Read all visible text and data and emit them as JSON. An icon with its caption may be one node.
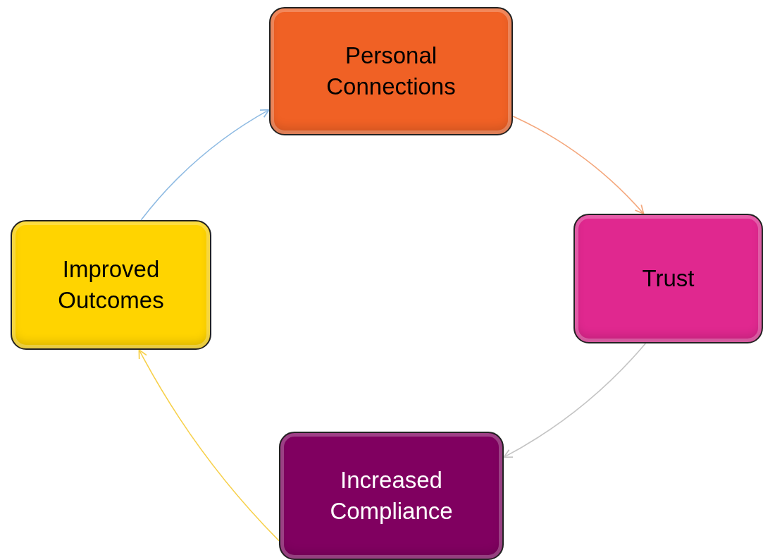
{
  "diagram": {
    "nodes": [
      {
        "text": [
          "Personal Connections"
        ]
      },
      {
        "text": [
          "Trust"
        ]
      },
      {
        "text": [
          "Increased Compliance"
        ]
      },
      {
        "text": [
          "Improved Outcomes"
        ]
      }
    ],
    "edges": [
      {
        "from": 0,
        "to": 1,
        "arrow": "to",
        "color": "#f4a77c"
      },
      {
        "from": 1,
        "to": 2,
        "arrow": "to",
        "color": "#c4c4c4"
      },
      {
        "from": 2,
        "to": 3,
        "arrow": "to",
        "color": "#f7d04a"
      },
      {
        "from": 3,
        "to": 0,
        "arrow": "to",
        "color": "#8fbbe3"
      }
    ]
  }
}
